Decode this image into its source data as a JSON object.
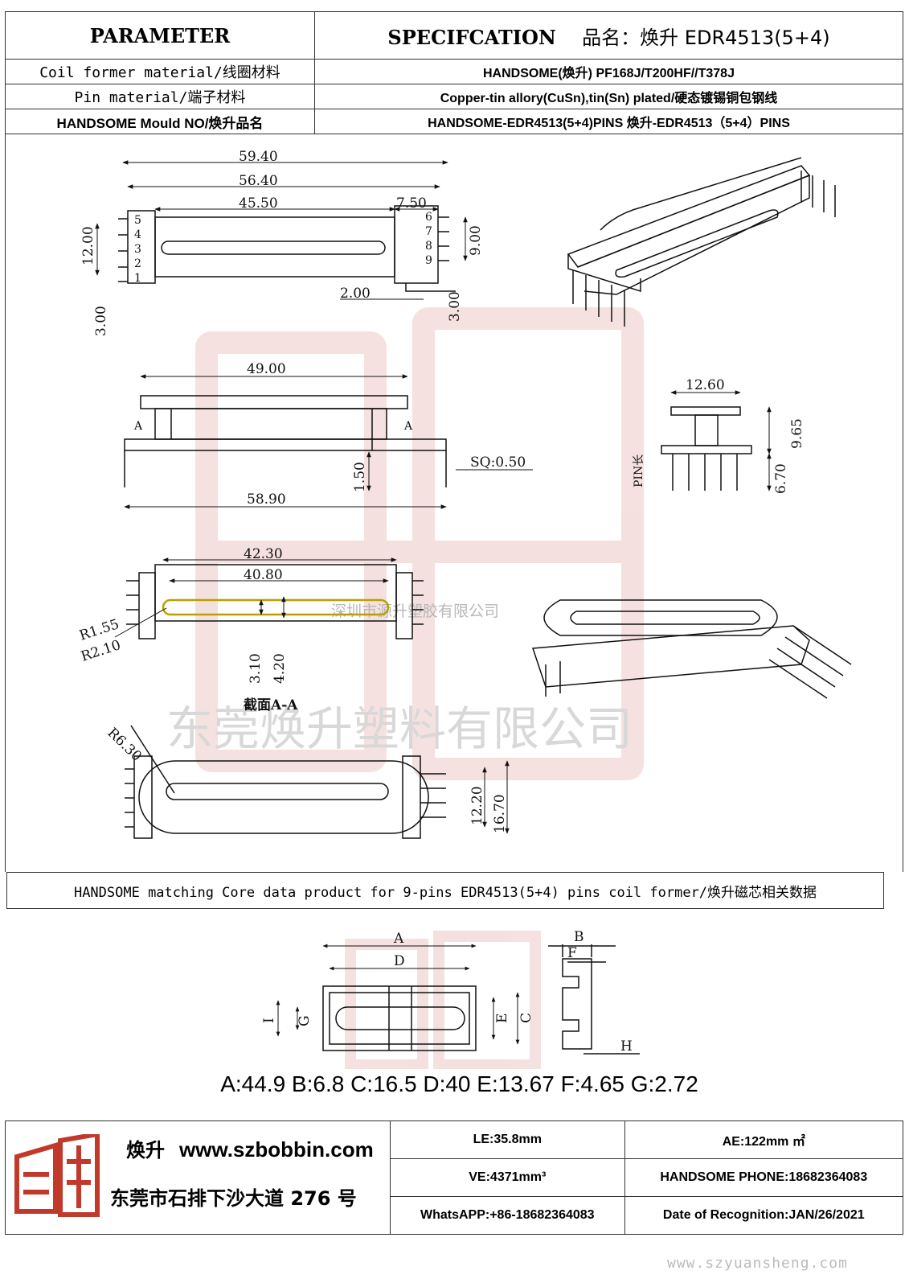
{
  "header": {
    "parameter_label": "PARAMETER",
    "spec_label": "SPECIFCATION",
    "product_name": "品名：焕升 EDR4513(5+4)"
  },
  "rows": [
    {
      "label": "Coil former material/线圈材料",
      "value": "HANDSOME(焕升)    PF168J/T200HF//T378J"
    },
    {
      "label": "Pin material/端子材料",
      "value": "Copper-tin allory(CuSn),tin(Sn) plated/硬态镀锡铜包钢线"
    },
    {
      "label": "HANDSOME Mould NO/焕升品名",
      "value": "HANDSOME-EDR4513(5+4)PINS    焕升-EDR4513（5+4）PINS"
    }
  ],
  "drawing": {
    "dims": {
      "A": "59.40",
      "B": "56.40",
      "C": "45.50",
      "F": "7.50",
      "D": "12.00",
      "E": "3.00",
      "G": "9.00",
      "H": "3.00",
      "I": "2.00",
      "J": "49.00",
      "K": "58.90",
      "L": "SQ:0.50",
      "v150": "1.50",
      "T": "12.60",
      "S": "9.65",
      "U": "6.70",
      "M": "42.30",
      "N": "40.80",
      "R1": "R1.55",
      "R2": "R2.10",
      "O": "3.10",
      "P": "4.20",
      "R6": "R6.30",
      "Q": "12.20",
      "R": "16.70"
    },
    "pin_numbers_left": [
      "5",
      "4",
      "3",
      "2",
      "1"
    ],
    "pin_numbers_right": [
      "6",
      "7",
      "8",
      "9"
    ],
    "section_label": "截面A-A",
    "section_marker": "A",
    "pin_side_label": "PIN长",
    "watermark_company": "东莞焕升塑料有限公司",
    "watermark_company2": "深圳市源升塑胶有限公司"
  },
  "core": {
    "title": "HANDSOME matching Core data  product for 9-pins EDR4513(5+4) pins coil former/焕升磁芯相关数据",
    "letters": [
      "A",
      "B",
      "C",
      "D",
      "E",
      "F",
      "G",
      "H",
      "I"
    ],
    "values": "A:44.9 B:6.8 C:16.5 D:40 E:13.67 F:4.65 G:2.72"
  },
  "footer": {
    "brand": "焕升",
    "website": "www.szbobbin.com",
    "address": "东莞市石排下沙大道 276 号",
    "le": "LE:35.8mm",
    "ae": "AE:122mm ㎡",
    "ve": "VE:4371mm³",
    "phone": "HANDSOME PHONE:18682364083",
    "whatsapp": "WhatsAPP:+86-18682364083",
    "date": "Date of Recognition:JAN/26/2021",
    "watermark_site": "www.szyuansheng.com"
  },
  "colors": {
    "line": "#111111",
    "watermark": "#e5a9a9",
    "gray_text": "#bbbbbb",
    "logo": "#c0392b"
  }
}
